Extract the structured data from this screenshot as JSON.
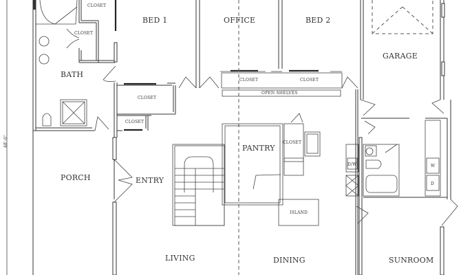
{
  "plan": {
    "rooms": {
      "bed1": "BED 1",
      "office": "OFFICE",
      "bed2": "BED 2",
      "garage": "GARAGE",
      "bath": "BATH",
      "porch": "PORCH",
      "entry": "ENTRY",
      "pantry": "PANTRY",
      "living": "LIVING",
      "dining": "DINING",
      "sunroom": "SUNROOM"
    },
    "closets": {
      "bath_top": "CLOSET",
      "bath_mid": "CLOSET",
      "hall_large": "CLOSET",
      "hall_small": "CLOSET",
      "office": "CLOSET",
      "bed2": "CLOSET",
      "kitchen": "CLOSET"
    },
    "fixtures": {
      "open_shelves": "OPEN SHELVES",
      "island": "ISLAND",
      "dishwasher": "D/W",
      "washer": "W",
      "dryer": "D"
    },
    "dimension": "48'-0\"",
    "colors": {
      "line": "#333333",
      "background": "#ffffff"
    }
  }
}
